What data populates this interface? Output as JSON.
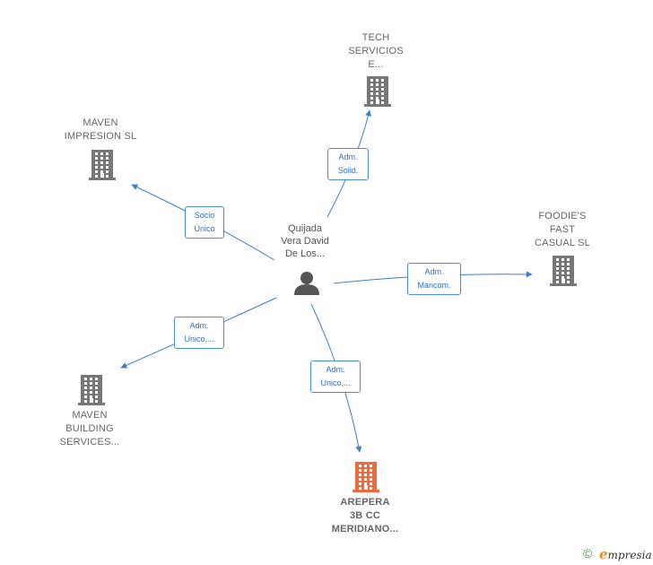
{
  "center": {
    "name_lines": [
      "Quijada",
      "Vera David",
      "De Los..."
    ],
    "icon": "person-icon"
  },
  "nodes": [
    {
      "id": "tech",
      "lines": [
        "TECH",
        "SERVICIOS",
        "E..."
      ],
      "icon": "building-icon",
      "color": "#777777"
    },
    {
      "id": "maven-impresion",
      "lines": [
        "MAVEN",
        "IMPRESION  SL"
      ],
      "icon": "building-icon",
      "color": "#777777"
    },
    {
      "id": "foodies",
      "lines": [
        "FOODIE'S",
        "FAST",
        "CASUAL  SL"
      ],
      "icon": "building-icon",
      "color": "#777777"
    },
    {
      "id": "maven-building",
      "lines": [
        "MAVEN",
        "BUILDING",
        "SERVICES..."
      ],
      "icon": "building-icon",
      "color": "#777777"
    },
    {
      "id": "arepera",
      "lines": [
        "AREPERA",
        "3B CC",
        "MERIDIANO..."
      ],
      "icon": "building-icon",
      "color": "#f26a3c"
    }
  ],
  "edges": [
    {
      "target": "tech",
      "label_lines": [
        "Adm.",
        "Solid."
      ]
    },
    {
      "target": "maven-impresion",
      "label_lines": [
        "Socio",
        "Único"
      ]
    },
    {
      "target": "foodies",
      "label_lines": [
        "Adm.",
        "Mancom."
      ]
    },
    {
      "target": "maven-building",
      "label_lines": [
        "Adm.",
        "Unico,..."
      ]
    },
    {
      "target": "arepera",
      "label_lines": [
        "Adm.",
        "Unico,..."
      ]
    }
  ],
  "colors": {
    "edge": "#3a7fd0",
    "edge_label_border": "#4a8fd6",
    "edge_label_text": "#2a70c0"
  },
  "footer": {
    "copyright": "©",
    "brand_initial": "e",
    "brand_rest": "mpresia"
  }
}
